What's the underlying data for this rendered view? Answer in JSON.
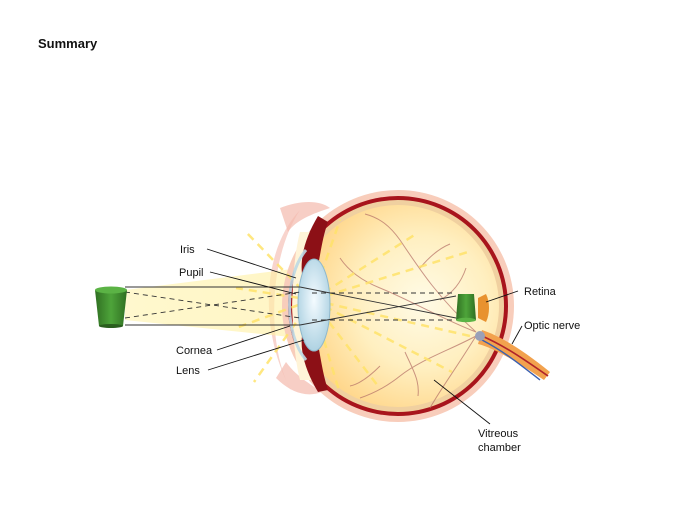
{
  "title": "Summary",
  "labels": {
    "iris": "Iris",
    "pupil": "Pupil",
    "cornea": "Cornea",
    "lens": "Lens",
    "retina": "Retina",
    "optic_nerve": "Optic nerve",
    "vitreous_line1": "Vitreous",
    "vitreous_line2": "chamber"
  },
  "colors": {
    "sclera": "#a8141c",
    "vitreous": "#ffe7a8",
    "cup": "#3d8a2e",
    "rays": "#ffe36a",
    "lens": "#cfe4ee"
  }
}
